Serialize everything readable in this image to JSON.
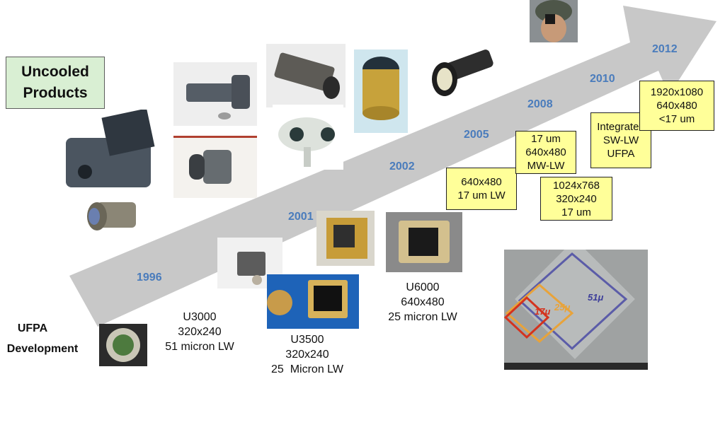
{
  "title": {
    "line1": "Uncooled",
    "line2": "Products"
  },
  "years": [
    "1996",
    "2001",
    "2002",
    "2005",
    "2008",
    "2010",
    "2012"
  ],
  "milestones": [
    {
      "lines": [
        "640x480",
        "17 um LW"
      ]
    },
    {
      "lines": [
        "17 um",
        "640x480",
        "MW-LW"
      ]
    },
    {
      "lines": [
        "1024x768",
        "320x240",
        "17 um"
      ]
    },
    {
      "lines": [
        "Integrated",
        "SW-LW",
        "UFPA"
      ]
    },
    {
      "lines": [
        "1920x1080",
        "640x480",
        "<17 um"
      ]
    }
  ],
  "devices": [
    {
      "lines": [
        "U3000",
        "320x240",
        "51 micron LW"
      ]
    },
    {
      "lines": [
        "U3500",
        "320x240",
        "25  Micron LW"
      ]
    },
    {
      "lines": [
        "U6000",
        "640x480",
        "25 micron LW"
      ]
    }
  ],
  "ufpa_label": {
    "line1": "UFPA",
    "line2": "Development"
  },
  "micrograph_labels": {
    "outer": "51μ",
    "mid": "25μ",
    "inner": "17μ"
  },
  "colors": {
    "arrow": "#c8c8c8",
    "year": "#4a7cbc",
    "box_fill": "#ffff99",
    "title_fill": "#d9efd3"
  }
}
